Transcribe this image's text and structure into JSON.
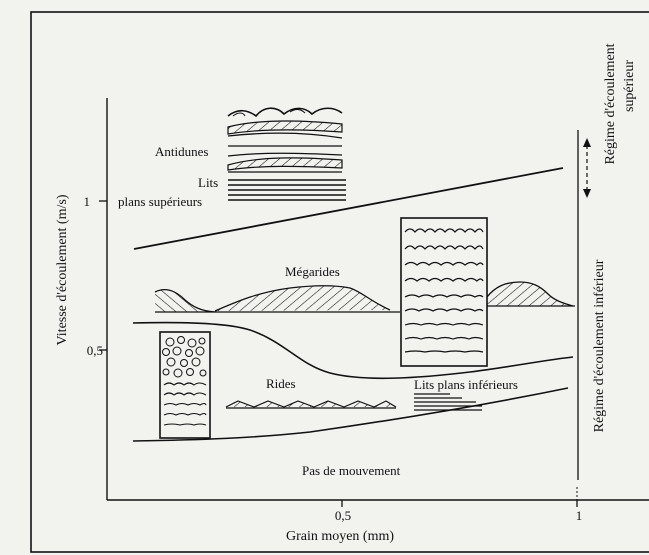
{
  "labels": {
    "antidunes": "Antidunes",
    "lits": "Lits",
    "plans_sup": "plans supérieurs",
    "megarides": "Mégarides",
    "rides": "Rides",
    "lits_plans_inf": "Lits plans inférieurs",
    "pas_de_mouvement": "Pas de mouvement",
    "regime_sup_1": "Régime d'écoulement",
    "regime_sup_2": "supérieur",
    "regime_inf": "Régime d'écoulement inférieur"
  },
  "axes": {
    "ylabel": "Vitesse d'écoulement (m/s)",
    "xlabel": "Grain moyen (mm)",
    "yticks": [
      "0,5",
      "1"
    ],
    "xticks": [
      "0,5",
      "1"
    ]
  }
}
